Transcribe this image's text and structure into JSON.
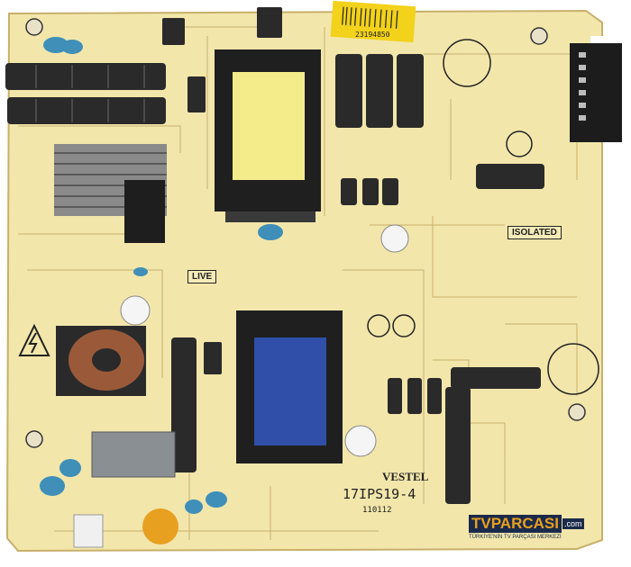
{
  "board": {
    "model": "17IPS19-4",
    "date_code": "110112",
    "brand": "VESTEL",
    "isolated_label": "ISOLATED",
    "live_label": "LIVE",
    "sticker_code": "23194850"
  },
  "watermark": {
    "brand": "TVPARCASI",
    "suffix": ".com",
    "tagline": "TÜRKİYE'NİN TV PARÇASI MERKEZİ"
  },
  "colors": {
    "board": "#f2e6ab",
    "board_dark": "#d9c47c",
    "capacitor": "#2a2a2a",
    "transformer_top": "#f4ec8a",
    "transformer_bottom": "#2f4fa8",
    "cap_blue": "#3f8fb8",
    "cap_yellow": "#e8a020",
    "sticker": "#f2d21a"
  }
}
